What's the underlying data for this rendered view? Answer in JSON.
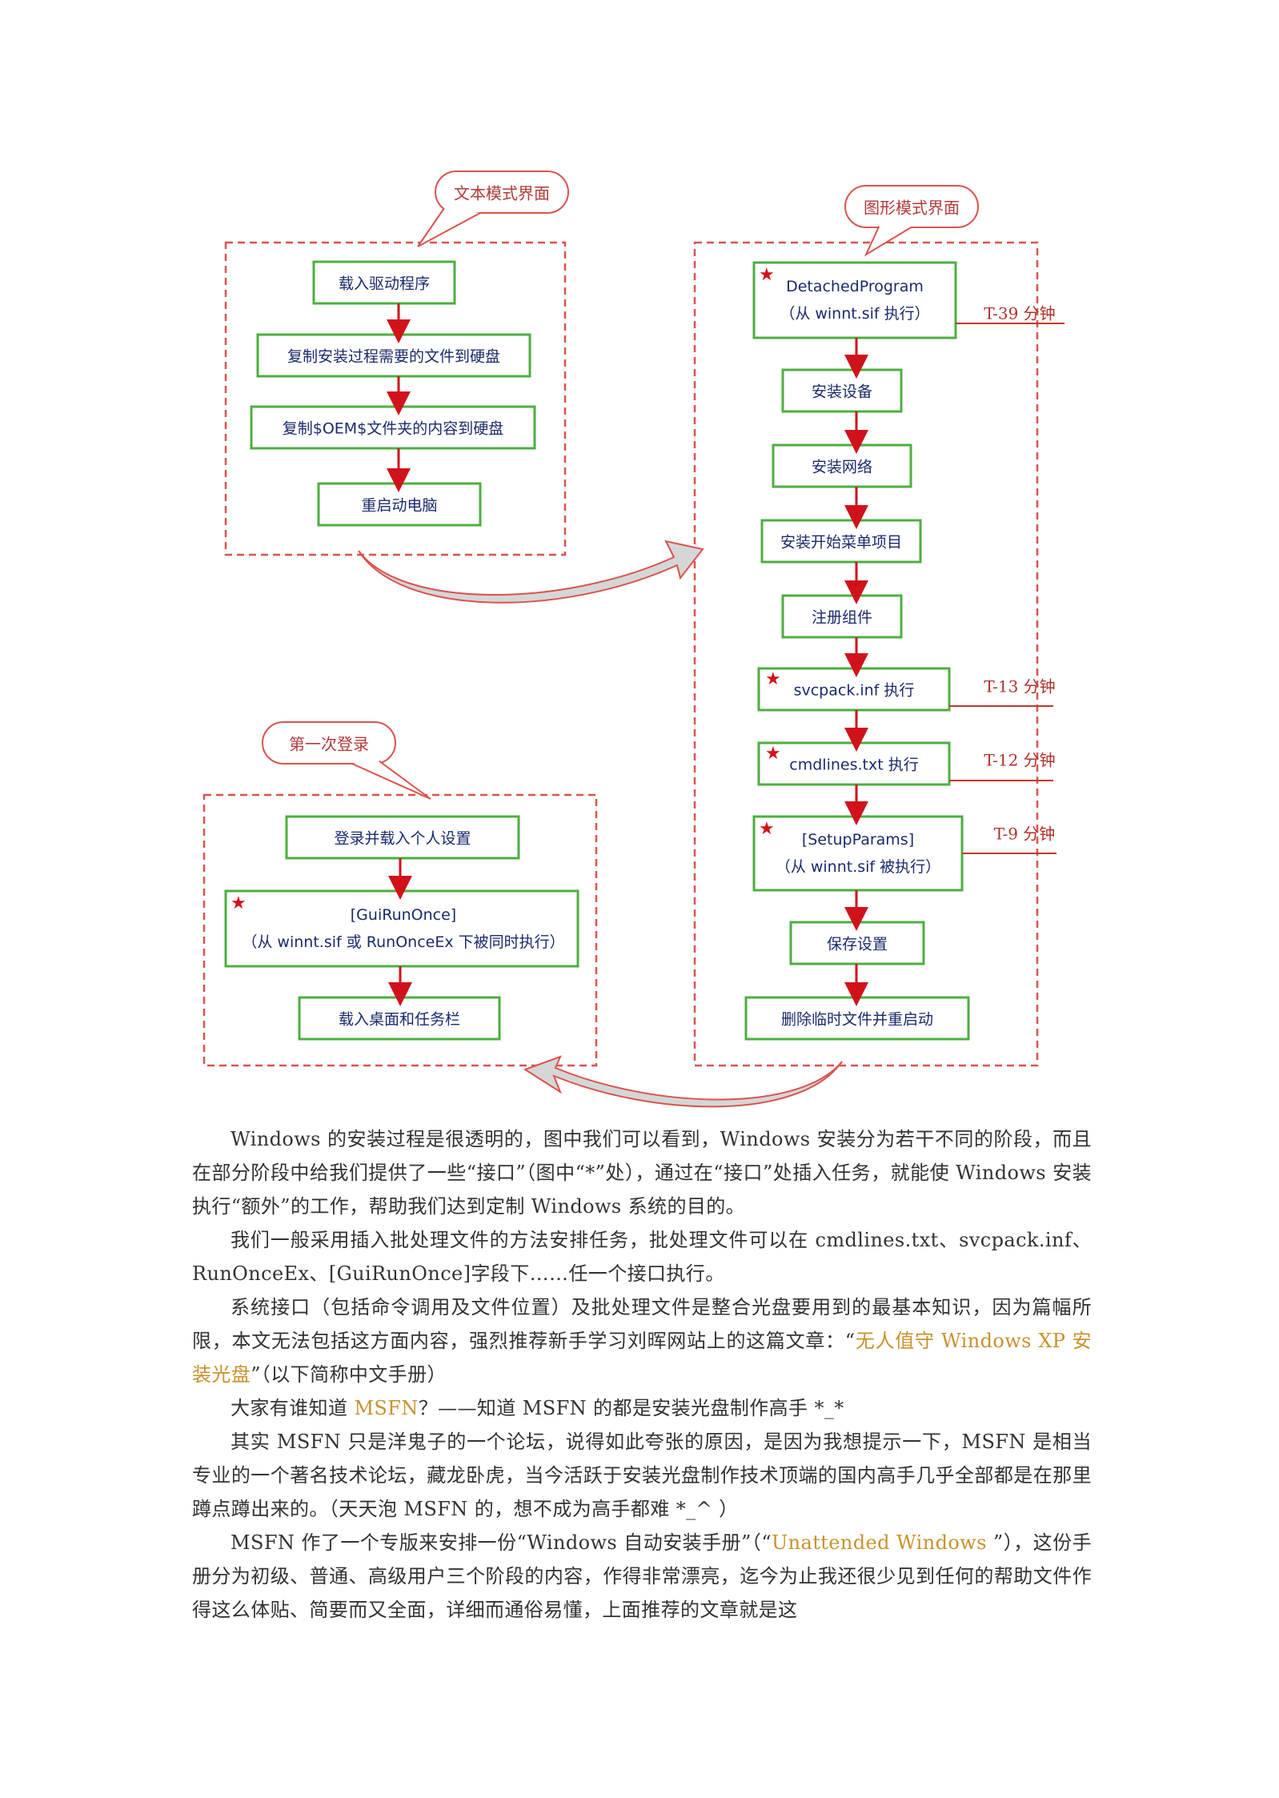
{
  "diagram": {
    "bubbles": {
      "text_mode": "文本模式界面",
      "gui_mode": "图形模式界面",
      "first_login": "第一次登录"
    },
    "text_mode_steps": [
      "载入驱动程序",
      "复制安装过程需要的文件到硬盘",
      "复制$OEM$文件夹的内容到硬盘",
      "重启动电脑"
    ],
    "gui_mode_steps": {
      "detached_line1": "DetachedProgram",
      "detached_line2": "（从 winnt.sif 执行）",
      "install_devices": "安装设备",
      "install_network": "安装网络",
      "install_start_menu": "安装开始菜单项目",
      "register_components": "注册组件",
      "svcpack": "svcpack.inf 执行",
      "cmdlines": "cmdlines.txt 执行",
      "setupparams_line1": "[SetupParams]",
      "setupparams_line2": "（从 winnt.sif 被执行）",
      "save_settings": "保存设置",
      "delete_temp": "删除临时文件并重启动"
    },
    "time_labels": {
      "t39": "T-39 分钟",
      "t13": "T-13 分钟",
      "t12": "T-12 分钟",
      "t9": "T-9 分钟"
    },
    "first_login_steps": {
      "login": "登录并载入个人设置",
      "guirunonce_line1": "[GuiRunOnce]",
      "guirunonce_line2": "（从 winnt.sif 或 RunOnceEx 下被同时执行）",
      "desktop": "载入桌面和任务栏"
    },
    "star_glyph": "★",
    "colors": {
      "box_border": "#4caf3f",
      "dashed_frame": "#d9534f",
      "arrow": "#d0121b",
      "label_text": "#1b2a6b"
    }
  },
  "body": {
    "p1": "Windows 的安装过程是很透明的，图中我们可以看到，Windows 安装分为若干不同的阶段，而且在部分阶段中给我们提供了一些“接口”（图中“*”处），通过在“接口”处插入任务，就能使 Windows 安装执行“额外”的工作，帮助我们达到定制 Windows 系统的目的。",
    "p2": "我们一般采用插入批处理文件的方法安排任务，批处理文件可以在 cmdlines.txt、svcpack.inf、RunOnceEx、[GuiRunOnce]字段下……任一个接口执行。",
    "p3_before": "系统接口（包括命令调用及文件位置）及批处理文件是整合光盘要用到的最基本知识，因为篇幅所限，本文无法包括这方面内容，强烈推荐新手学习刘晖网站上的这篇文章：“",
    "p3_link": "无人值守 Windows XP 安装光盘",
    "p3_after": "”（以下简称中文手册）",
    "p4_before": "大家有谁知道 ",
    "p4_link": "MSFN",
    "p4_after": "？——知道 MSFN 的都是安装光盘制作高手 *_*",
    "p5": "其实 MSFN 只是洋鬼子的一个论坛，说得如此夸张的原因，是因为我想提示一下，MSFN 是相当专业的一个著名技术论坛，藏龙卧虎，当今活跃于安装光盘制作技术顶端的国内高手几乎全部都是在那里蹲点蹲出来的。（天天泡 MSFN 的，想不成为高手都难 *_^ ）",
    "p6_before": "MSFN 作了一个专版来安排一份“Windows 自动安装手册”（“",
    "p6_link": "Unattended Windows ",
    "p6_after": "”），这份手册分为初级、普通、高级用户三个阶段的内容，作得非常漂亮，迄今为止我还很少见到任何的帮助文件作得这么体贴、简要而又全面，详细而通俗易懂，上面推荐的文章就是这"
  }
}
